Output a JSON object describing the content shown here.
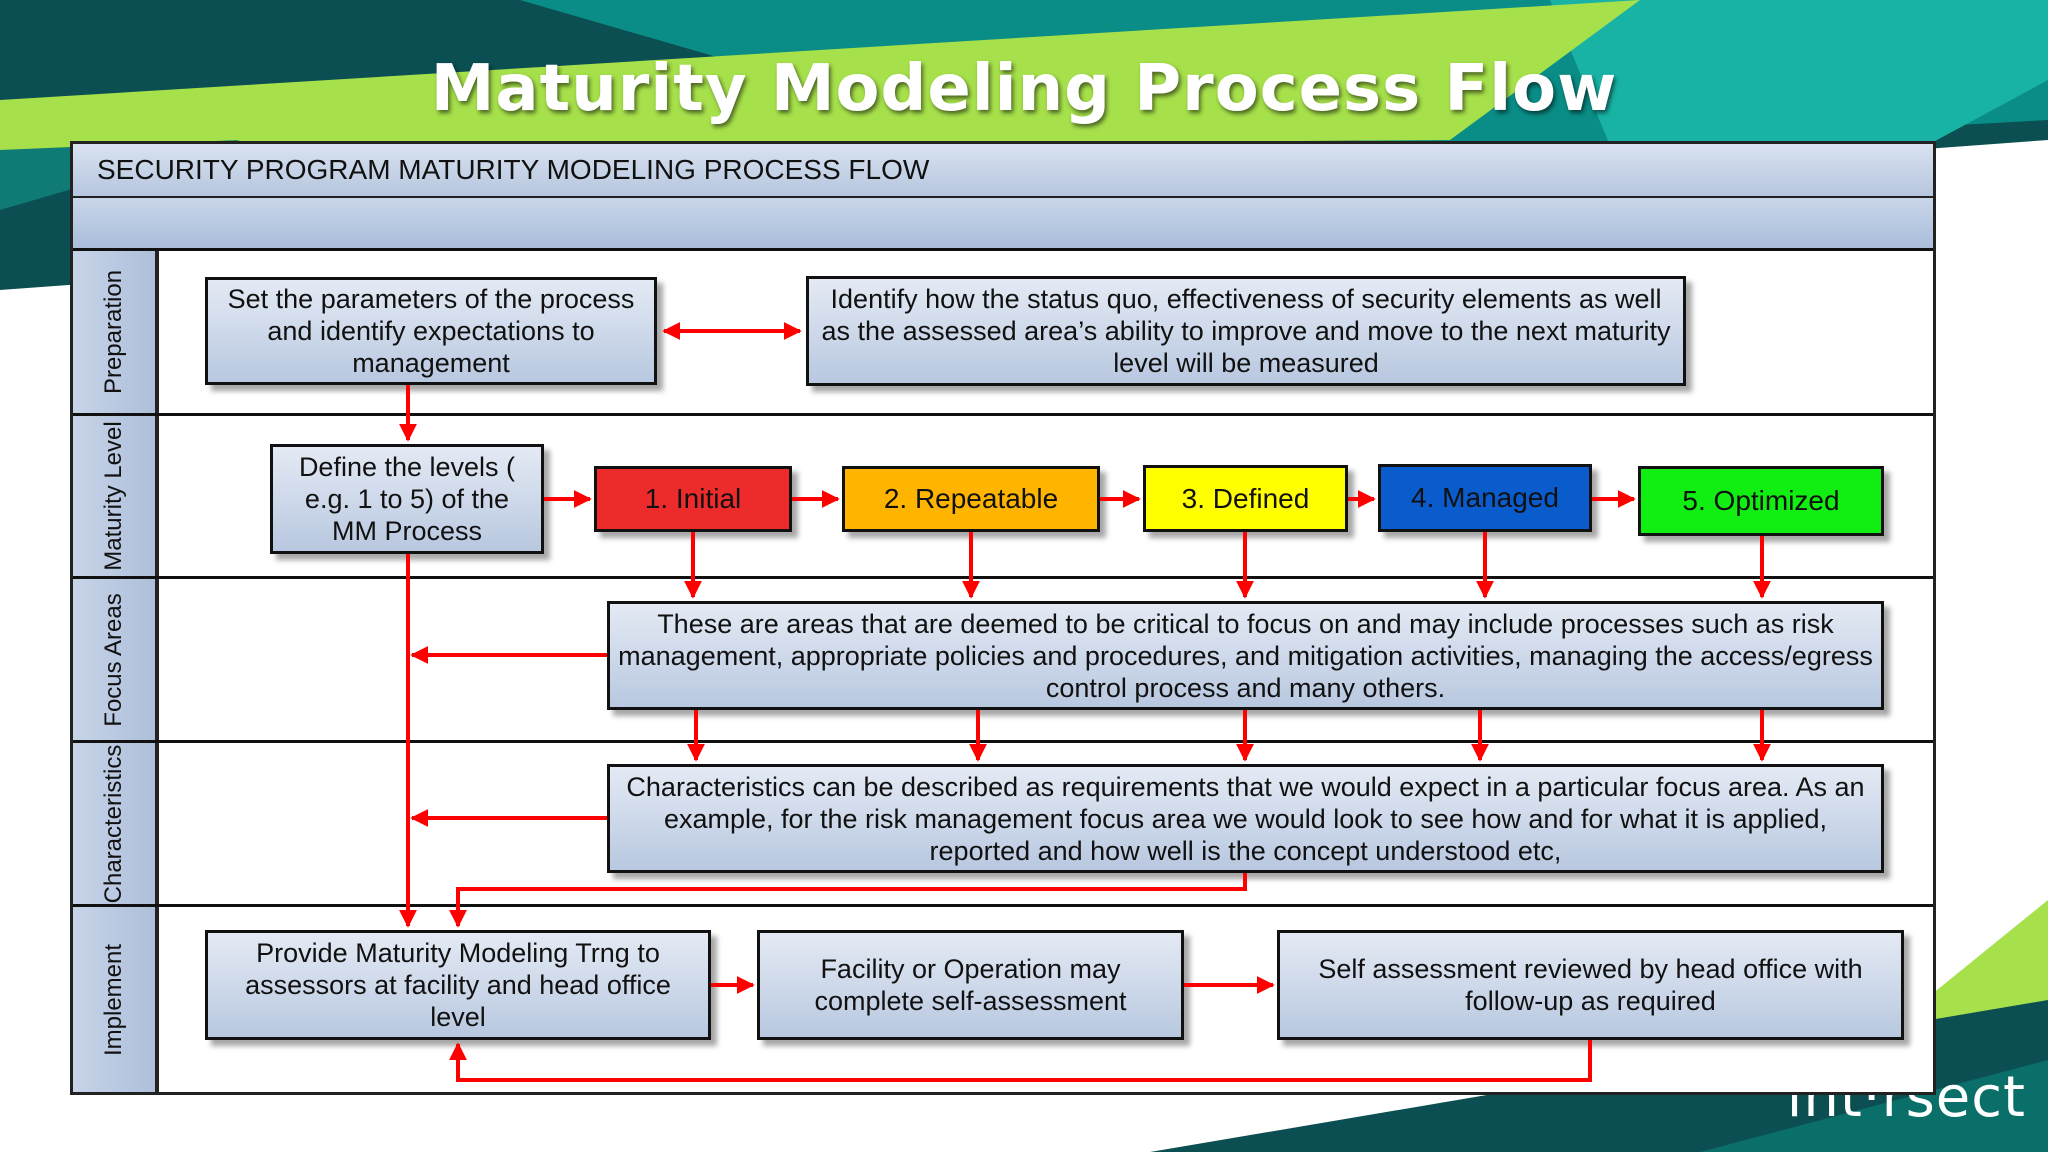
{
  "slide_title": "Maturity Modeling Process Flow",
  "brand": "int·rsect",
  "diagram_title": "SECURITY PROGRAM MATURITY MODELING PROCESS FLOW",
  "lanes": [
    "Preparation",
    "Maturity Level",
    "Focus Areas",
    "Characteristics",
    "Implement"
  ],
  "preparation": {
    "parameters": "Set the parameters of the process and identify expectations to management",
    "identify": "Identify how the status quo, effectiveness of security elements as well as the assessed area’s ability to improve and move to the next maturity level will be measured"
  },
  "maturity": {
    "define": "Define the levels ( e.g. 1 to 5) of the MM Process",
    "levels": [
      {
        "label": "1. Initial",
        "color": "#ee2b2b"
      },
      {
        "label": "2. Repeatable",
        "color": "#ffb400"
      },
      {
        "label": "3. Defined",
        "color": "#ffff00"
      },
      {
        "label": "4. Managed",
        "color": "#0a5ccc"
      },
      {
        "label": "5. Optimized",
        "color": "#11ee11"
      }
    ]
  },
  "focus_areas": "These are areas that are deemed to be critical to focus on and may include processes such as risk management, appropriate policies and procedures, and mitigation activities, managing the access/egress control process and many others.",
  "characteristics": "Characteristics can be described as requirements that we would expect in a particular focus area.  As an example, for the risk management focus area we would look to see how and for what it is applied, reported  and how well is the concept understood etc,",
  "implement": {
    "training": "Provide Maturity Modeling Trng to assessors at facility and head office level",
    "self_assess": "Facility or Operation may complete self-assessment",
    "review": "Self assessment reviewed by head office with follow-up as required"
  },
  "colors": {
    "arrow": "#ff0000",
    "bg_dark": "#0b4f52",
    "bg_teal": "#0fa89a",
    "bg_green": "#a6e04a"
  }
}
